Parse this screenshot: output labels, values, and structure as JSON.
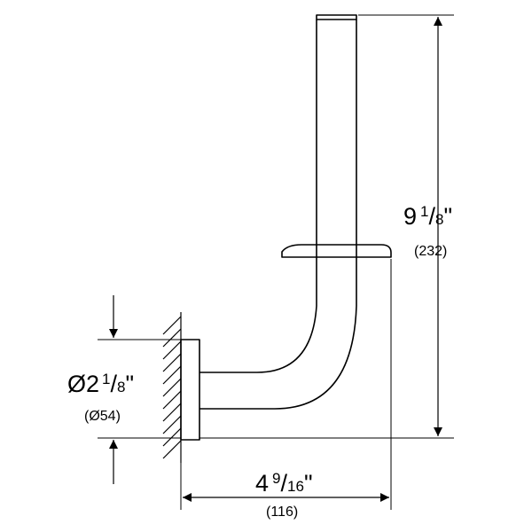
{
  "drawing": {
    "colors": {
      "line": "#000000",
      "background": "#ffffff"
    },
    "dimensions": {
      "height": {
        "whole": "9",
        "numerator": "1",
        "slash": "/",
        "denominator": "8",
        "unit": "\"",
        "metric": "(232)"
      },
      "depth": {
        "whole": "4",
        "numerator": "9",
        "slash": "/",
        "denominator": "16",
        "unit": "\"",
        "metric": "(116)"
      },
      "diameter": {
        "whole": "Ø2",
        "numerator": "1",
        "slash": "/",
        "denominator": "8",
        "unit": "\"",
        "metric": "(Ø54)"
      }
    }
  }
}
